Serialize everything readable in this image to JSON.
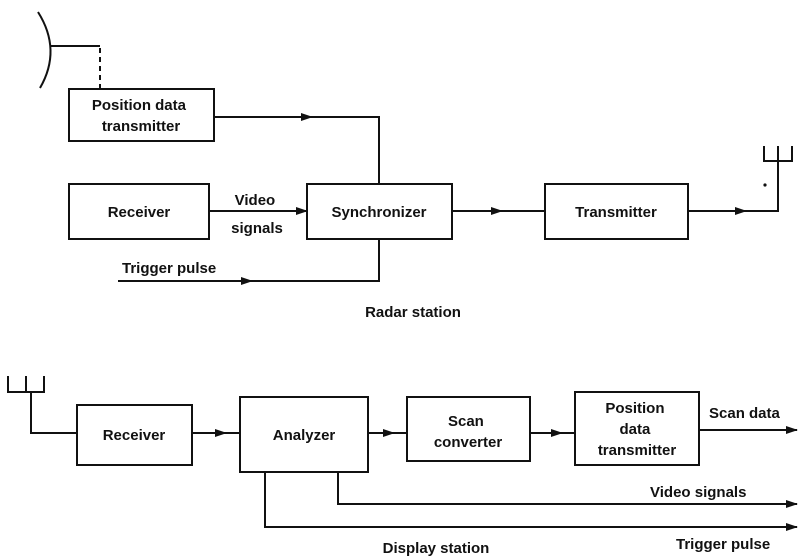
{
  "radar_station": {
    "title": "Radar station",
    "boxes": {
      "position_data_transmitter": [
        "Position data",
        "transmitter"
      ],
      "receiver": [
        "Receiver"
      ],
      "synchronizer": [
        "Synchronizer"
      ],
      "transmitter": [
        "Transmitter"
      ]
    },
    "labels": {
      "video_signals": [
        "Video",
        "signals"
      ],
      "trigger_pulse": "Trigger pulse"
    }
  },
  "display_station": {
    "title": "Display station",
    "boxes": {
      "receiver": [
        "Receiver"
      ],
      "analyzer": [
        "Analyzer"
      ],
      "scan_converter": [
        "Scan",
        "converter"
      ],
      "position_data_transmitter": [
        "Position",
        "data",
        "transmitter"
      ]
    },
    "labels": {
      "scan_data": "Scan data",
      "video_signals": "Video signals",
      "trigger_pulse": "Trigger pulse"
    }
  },
  "icons": {
    "radar_dish": "dish-antenna-icon",
    "antenna": "antenna-icon"
  },
  "colors": {
    "ink": "#111111",
    "background": "#ffffff"
  }
}
